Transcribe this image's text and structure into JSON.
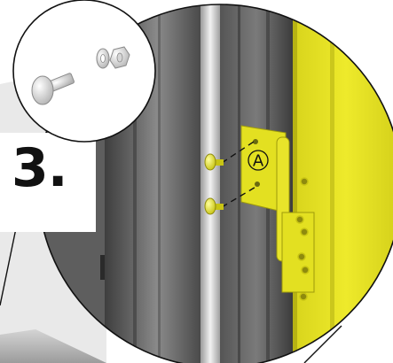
{
  "step": {
    "number": "3."
  },
  "callout": {
    "label": "A"
  },
  "parts": {
    "inset_items": [
      "carriage-bolt",
      "washer",
      "nut"
    ],
    "hinge_bolt_count": 2,
    "hinge_hole_count": 6
  },
  "colors": {
    "hinge_yellow": "#e3e021",
    "panel_yellow": "#eeea2b",
    "door_frame_dark": "#5e5e5e",
    "door_frame_light": "#c8c8c8",
    "outline": "#111111"
  }
}
